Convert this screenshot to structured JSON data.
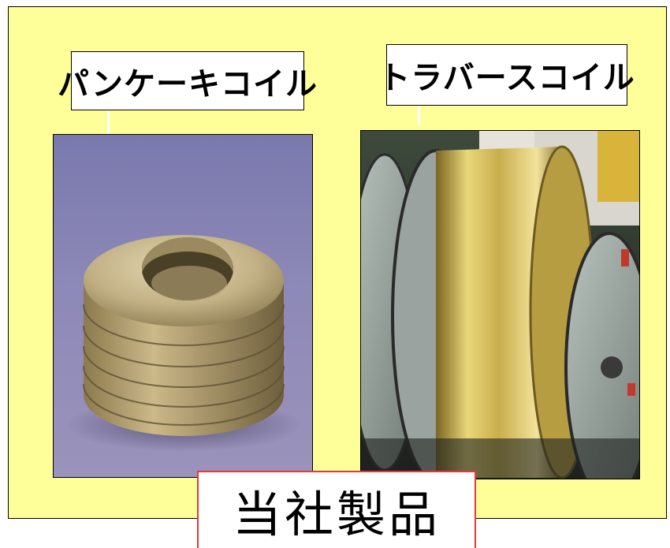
{
  "labels": {
    "pancake_coil": "パンケーキコイル",
    "traverse_coil": "トラバースコイル"
  },
  "title": "当社製品",
  "colors": {
    "panel_background": "#ffff99",
    "title_border": "#e23a3a",
    "label_background": "#ffffff"
  },
  "images": {
    "pancake_coil_photo": "pancake-coil-photo",
    "traverse_coil_photo": "traverse-coil-photo"
  }
}
